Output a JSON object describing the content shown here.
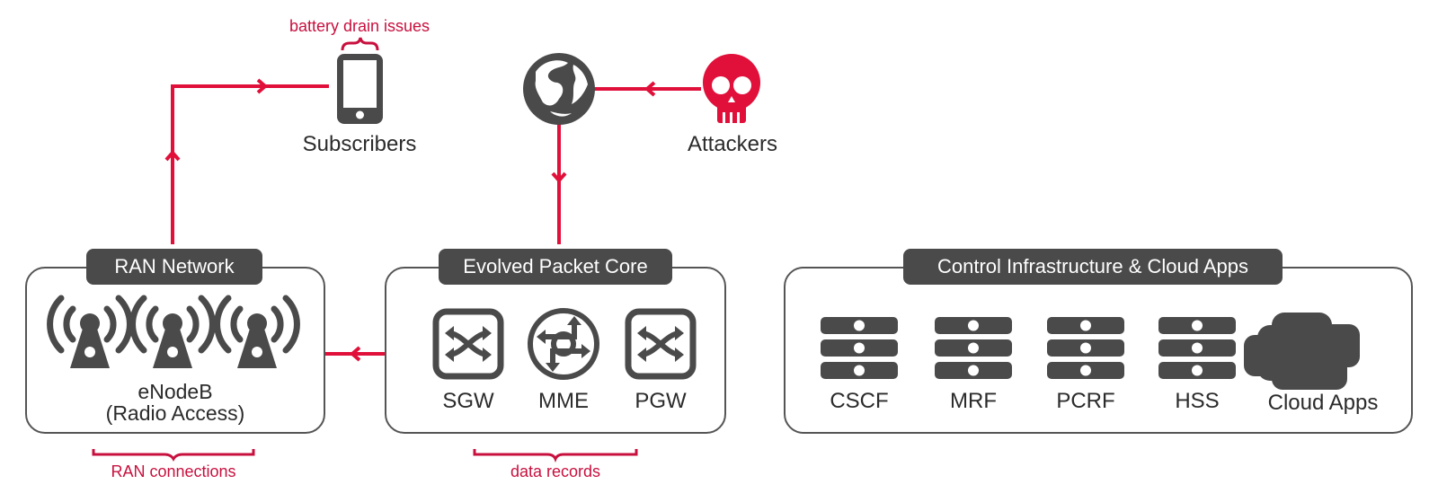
{
  "colors": {
    "accent": "#e0103a",
    "note": "#c8103e",
    "icon": "#4a4a4a",
    "border": "#555555",
    "text": "#2b2b2b"
  },
  "top": {
    "subscribers": {
      "label": "Subscribers",
      "icon": "smartphone-icon",
      "note": "battery drain issues"
    },
    "internet": {
      "icon": "globe-icon"
    },
    "attackers": {
      "label": "Attackers",
      "icon": "skull-icon"
    }
  },
  "groups": [
    {
      "title": "RAN Network",
      "items": [
        {
          "icon": "radio-tower-icon"
        },
        {
          "icon": "radio-tower-icon"
        },
        {
          "icon": "radio-tower-icon"
        }
      ],
      "caption_line1": "eNodeB",
      "caption_line2": "(Radio Access)",
      "note": "RAN connections"
    },
    {
      "title": "Evolved Packet Core",
      "items": [
        {
          "label": "SGW",
          "icon": "switch-icon"
        },
        {
          "label": "MME",
          "icon": "router-icon"
        },
        {
          "label": "PGW",
          "icon": "switch-icon"
        }
      ],
      "note": "data records"
    },
    {
      "title": "Control Infrastructure & Cloud Apps",
      "items": [
        {
          "label": "CSCF",
          "icon": "server-icon"
        },
        {
          "label": "MRF",
          "icon": "server-icon"
        },
        {
          "label": "PCRF",
          "icon": "server-icon"
        },
        {
          "label": "HSS",
          "icon": "server-icon"
        },
        {
          "label": "Cloud Apps",
          "icon": "cloud-icon"
        }
      ]
    }
  ],
  "flows": [
    {
      "from": "Attackers",
      "to": "Internet"
    },
    {
      "from": "Internet",
      "to": "Evolved Packet Core"
    },
    {
      "from": "Evolved Packet Core",
      "to": "RAN Network"
    },
    {
      "from": "RAN Network",
      "to": "Subscribers"
    }
  ]
}
